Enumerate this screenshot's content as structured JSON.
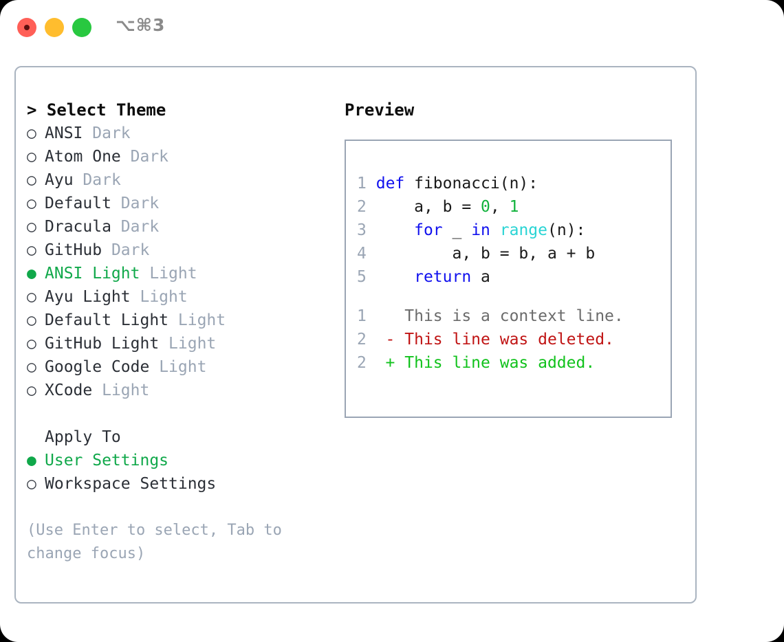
{
  "titlebar": {
    "shortcut": "⌥⌘3",
    "buttons": [
      {
        "name": "close",
        "color": "#ff5f57"
      },
      {
        "name": "minimize",
        "color": "#ffbd2e"
      },
      {
        "name": "maximize",
        "color": "#28c840"
      }
    ]
  },
  "colors": {
    "accent_green": "#10a84a",
    "muted": "#9aa5b4",
    "text": "#2b2f36",
    "border": "#aab4c0",
    "keyword_blue": "#1010ee",
    "function_cyan": "#2ad4d4",
    "number_green": "#11b23c",
    "diff_delete_red": "#c01414",
    "diff_add_green": "#11c21c"
  },
  "theme_panel": {
    "header": "> Select Theme",
    "bullet_selected": "●",
    "bullet_unselected": "○",
    "items": [
      {
        "name": "ANSI",
        "variant": "Dark",
        "selected": false
      },
      {
        "name": "Atom One",
        "variant": "Dark",
        "selected": false
      },
      {
        "name": "Ayu",
        "variant": "Dark",
        "selected": false
      },
      {
        "name": "Default",
        "variant": "Dark",
        "selected": false
      },
      {
        "name": "Dracula",
        "variant": "Dark",
        "selected": false
      },
      {
        "name": "GitHub",
        "variant": "Dark",
        "selected": false
      },
      {
        "name": "ANSI Light",
        "variant": "Light",
        "selected": true
      },
      {
        "name": "Ayu Light",
        "variant": "Light",
        "selected": false
      },
      {
        "name": "Default Light",
        "variant": "Light",
        "selected": false
      },
      {
        "name": "GitHub Light",
        "variant": "Light",
        "selected": false
      },
      {
        "name": "Google Code",
        "variant": "Light",
        "selected": false
      },
      {
        "name": "XCode",
        "variant": "Light",
        "selected": false
      }
    ]
  },
  "apply_to": {
    "header": "Apply To",
    "options": [
      {
        "label": "User Settings",
        "selected": true
      },
      {
        "label": "Workspace Settings",
        "selected": false
      }
    ]
  },
  "hint": "(Use Enter to select, Tab to change focus)",
  "preview": {
    "header": "Preview",
    "code": {
      "lines": [
        {
          "no": "1",
          "tokens": [
            {
              "t": "def",
              "c": "kw"
            },
            {
              "t": " fibonacci(n):",
              "c": "plain"
            }
          ]
        },
        {
          "no": "2",
          "tokens": [
            {
              "t": "    a, b = ",
              "c": "plain"
            },
            {
              "t": "0",
              "c": "num"
            },
            {
              "t": ", ",
              "c": "plain"
            },
            {
              "t": "1",
              "c": "num"
            }
          ]
        },
        {
          "no": "3",
          "tokens": [
            {
              "t": "    ",
              "c": "plain"
            },
            {
              "t": "for",
              "c": "kw"
            },
            {
              "t": " _ ",
              "c": "plain"
            },
            {
              "t": "in",
              "c": "kw"
            },
            {
              "t": " ",
              "c": "plain"
            },
            {
              "t": "range",
              "c": "fn"
            },
            {
              "t": "(n):",
              "c": "plain"
            }
          ]
        },
        {
          "no": "4",
          "tokens": [
            {
              "t": "        a, b = b, a + b",
              "c": "plain"
            }
          ]
        },
        {
          "no": "5",
          "tokens": [
            {
              "t": "    ",
              "c": "plain"
            },
            {
              "t": "return",
              "c": "kw"
            },
            {
              "t": " a",
              "c": "plain"
            }
          ]
        }
      ]
    },
    "diff": {
      "lines": [
        {
          "no": "1",
          "marker": " ",
          "text": "This is a context line.",
          "kind": "context"
        },
        {
          "no": "2",
          "marker": "-",
          "text": "This line was deleted.",
          "kind": "delete"
        },
        {
          "no": "2",
          "marker": "+",
          "text": "This line was added.",
          "kind": "add"
        }
      ]
    }
  }
}
